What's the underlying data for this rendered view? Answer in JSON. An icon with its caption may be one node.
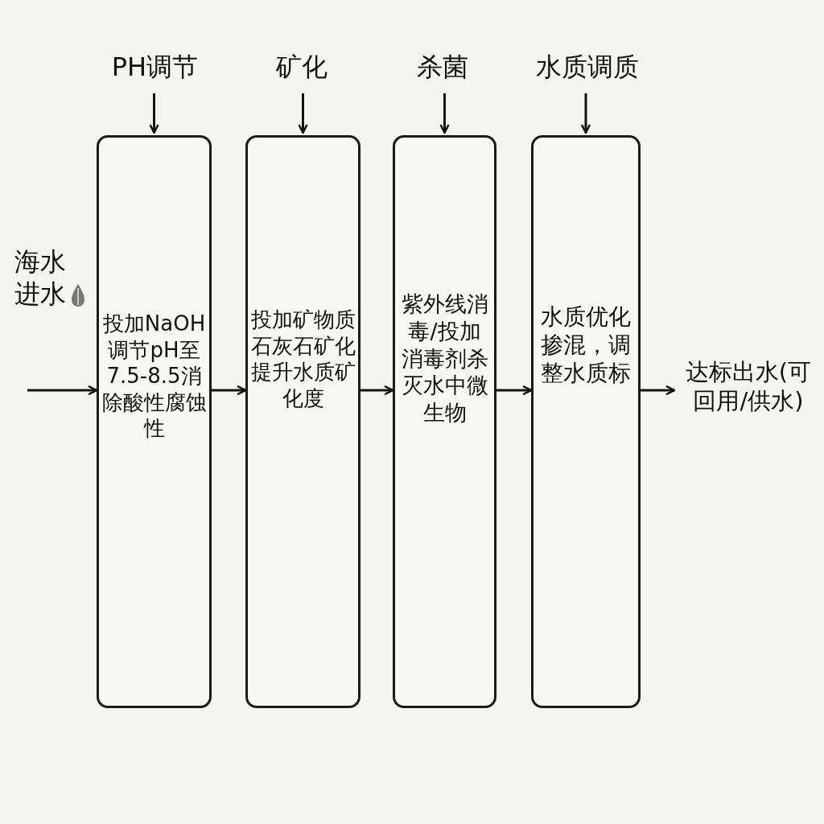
{
  "diagram": {
    "nodes": [
      {
        "text": [
          "PH调节"
        ]
      },
      {
        "text": [
          "矿化"
        ]
      },
      {
        "text": [
          "杀菌"
        ]
      },
      {
        "text": [
          "水质调质"
        ]
      },
      {
        "text": [
          "投加NaOH调节pH至7.5-8.5消除酸性腐蚀性"
        ]
      },
      {
        "text": [
          "投加矿物质石灰石矿化提升水质矿化度"
        ]
      },
      {
        "text": [
          "紫外线消毒/投加消毒剂杀灭水中微生物"
        ]
      },
      {
        "text": [
          "水质优化掺混，调整水质标"
        ]
      },
      {
        "text": [
          "达标出水(可回用/供水)"
        ]
      }
    ],
    "edges": [
      {
        "from": null,
        "to": 4,
        "arrow": "to"
      },
      {
        "from": 4,
        "to": 5,
        "arrow": "to"
      },
      {
        "from": 5,
        "to": 6,
        "arrow": "to"
      },
      {
        "from": 6,
        "to": 7,
        "arrow": "to"
      },
      {
        "from": 7,
        "to": 8,
        "arrow": "to"
      },
      {
        "from": 0,
        "to": 4,
        "arrow": "to"
      },
      {
        "from": 1,
        "to": 5,
        "arrow": "to"
      },
      {
        "from": 2,
        "to": 6,
        "arrow": "to"
      },
      {
        "from": 3,
        "to": 7,
        "arrow": "to"
      }
    ],
    "labels": [
      "海水进水"
    ]
  }
}
